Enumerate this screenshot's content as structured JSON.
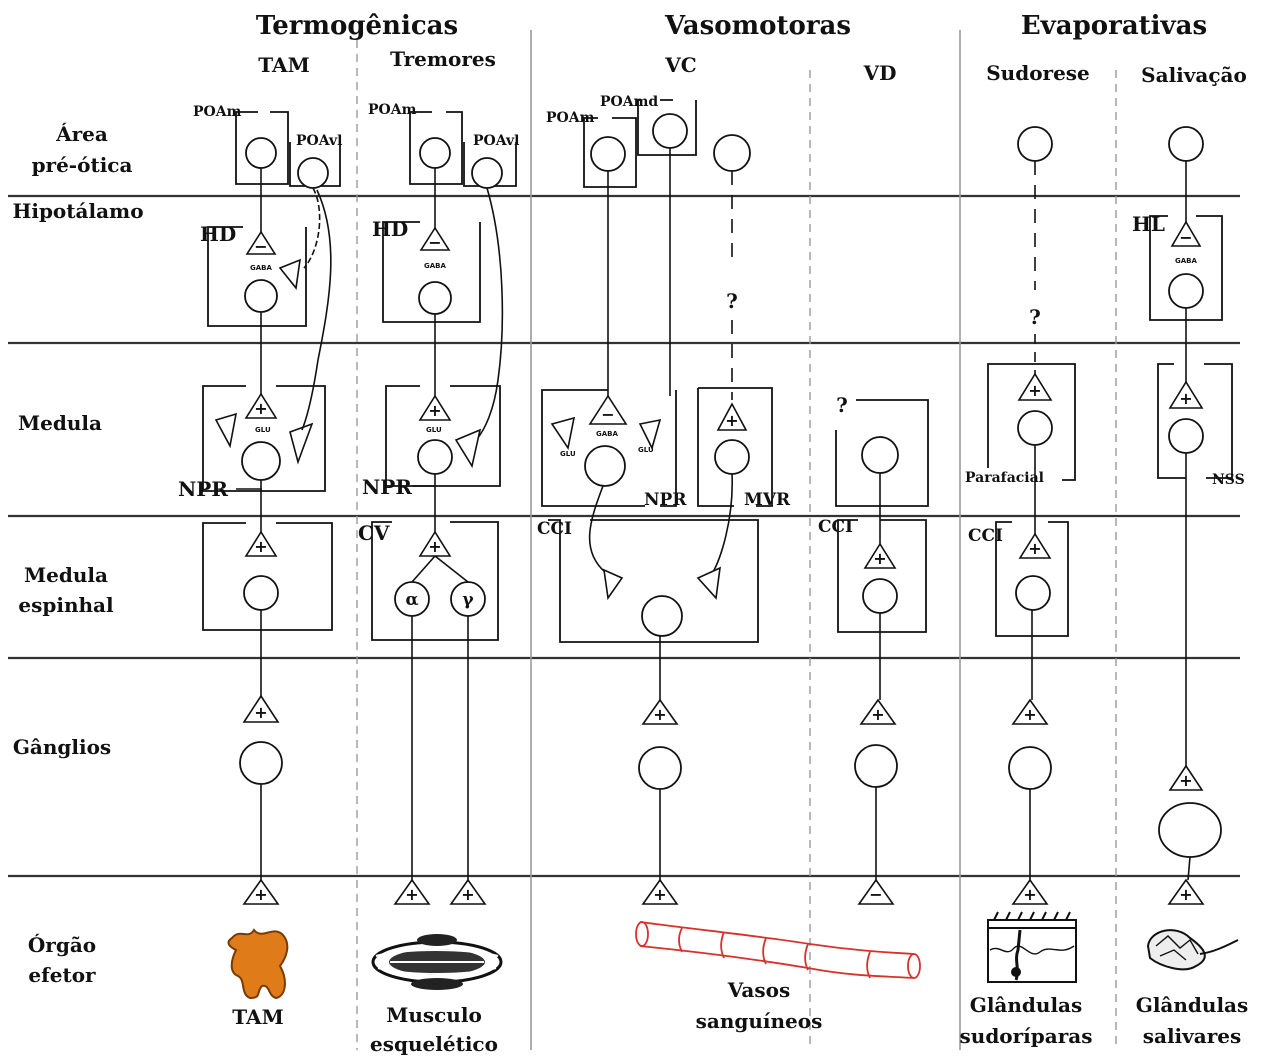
{
  "headers": {
    "termogenicas": "Termogênicas",
    "vasomotoras": "Vasomotoras",
    "evaporativas": "Evaporativas"
  },
  "subheaders": {
    "tam": "TAM",
    "tremores": "Tremores",
    "vc": "VC",
    "vd": "VD",
    "sudorese": "Sudorese",
    "salivacao": "Salivação"
  },
  "rows": {
    "area_preotica_1": "Área",
    "area_preotica_2": "pré-ótica",
    "hipotalamo": "Hipotálamo",
    "medula": "Medula",
    "medula_espinhal_1": "Medula",
    "medula_espinhal_2": "espinhal",
    "ganglios": "Gânglios",
    "orgao_efetor_1": "Órgão",
    "orgao_efetor_2": "efetor"
  },
  "nuclei": {
    "poam": "POAm",
    "poavl": "POAvl",
    "poamd": "POAmd",
    "hd": "HD",
    "hl": "HL",
    "npr": "NPR",
    "mvr": "MVR",
    "cv": "CV",
    "cci": "CCI",
    "parafacial": "Parafacial",
    "nss": "NSS",
    "question": "?",
    "gaba": "GABA",
    "glu": "GLU",
    "alpha": "α",
    "gamma": "γ"
  },
  "effectors": {
    "tam": "TAM",
    "musculo_1": "Musculo",
    "musculo_2": "esquelético",
    "vasos_1": "Vasos",
    "vasos_2": "sanguíneos",
    "sudoriparas_1": "Glândulas",
    "sudoriparas_2": "sudoríparas",
    "salivares_1": "Glândulas",
    "salivares_2": "salivares"
  },
  "colors": {
    "tam_tissue": "#e07b1a",
    "vessel": "#d9302a"
  }
}
